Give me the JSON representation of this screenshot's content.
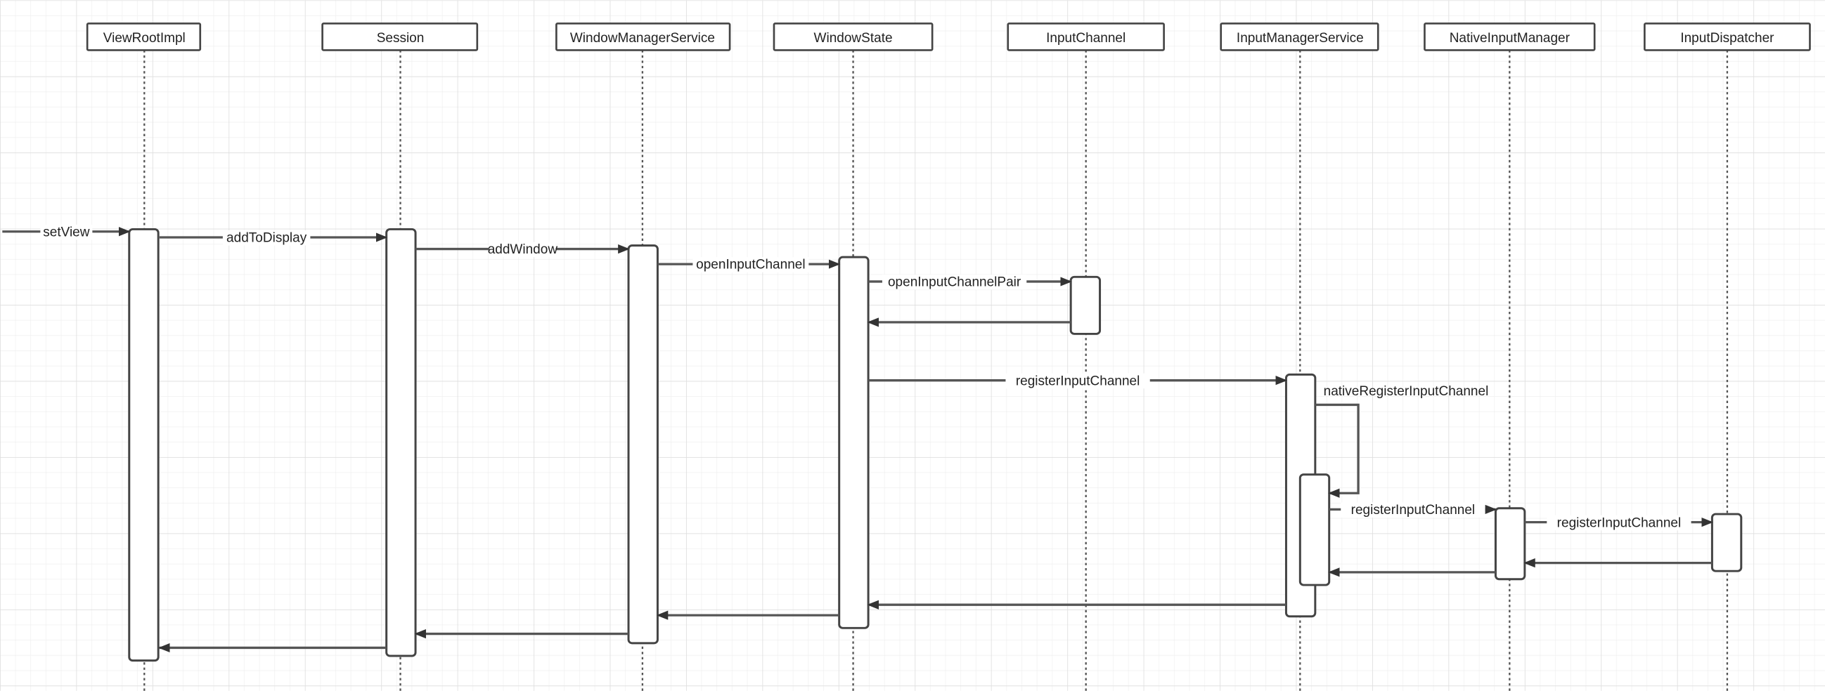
{
  "diagram": {
    "participants": [
      {
        "name": "ViewRootImpl"
      },
      {
        "name": "Session"
      },
      {
        "name": "WindowManagerService"
      },
      {
        "name": "WindowState"
      },
      {
        "name": "InputChannel"
      },
      {
        "name": "InputManagerService"
      },
      {
        "name": "NativeInputManager"
      },
      {
        "name": "InputDispatcher"
      }
    ],
    "messages": [
      {
        "label": "setView",
        "from": "external",
        "to": "ViewRootImpl"
      },
      {
        "label": "addToDisplay",
        "from": "ViewRootImpl",
        "to": "Session"
      },
      {
        "label": "addWindow",
        "from": "Session",
        "to": "WindowManagerService"
      },
      {
        "label": "openInputChannel",
        "from": "WindowManagerService",
        "to": "WindowState"
      },
      {
        "label": "openInputChannelPair",
        "from": "WindowState",
        "to": "InputChannel"
      },
      {
        "label": "",
        "from": "InputChannel",
        "to": "WindowState",
        "return": true
      },
      {
        "label": "registerInputChannel",
        "from": "WindowState",
        "to": "InputManagerService"
      },
      {
        "label": "nativeRegisterInputChannel",
        "from": "InputManagerService",
        "to": "InputManagerService"
      },
      {
        "label": "registerInputChannel",
        "from": "InputManagerService",
        "to": "NativeInputManager"
      },
      {
        "label": "registerInputChannel",
        "from": "NativeInputManager",
        "to": "InputDispatcher"
      },
      {
        "label": "",
        "from": "InputDispatcher",
        "to": "NativeInputManager",
        "return": true
      },
      {
        "label": "",
        "from": "NativeInputManager",
        "to": "InputManagerService",
        "return": true
      },
      {
        "label": "",
        "from": "InputManagerService",
        "to": "WindowState",
        "return": true
      },
      {
        "label": "",
        "from": "WindowState",
        "to": "WindowManagerService",
        "return": true
      },
      {
        "label": "",
        "from": "WindowManagerService",
        "to": "Session",
        "return": true
      },
      {
        "label": "",
        "from": "Session",
        "to": "ViewRootImpl",
        "return": true
      }
    ]
  }
}
